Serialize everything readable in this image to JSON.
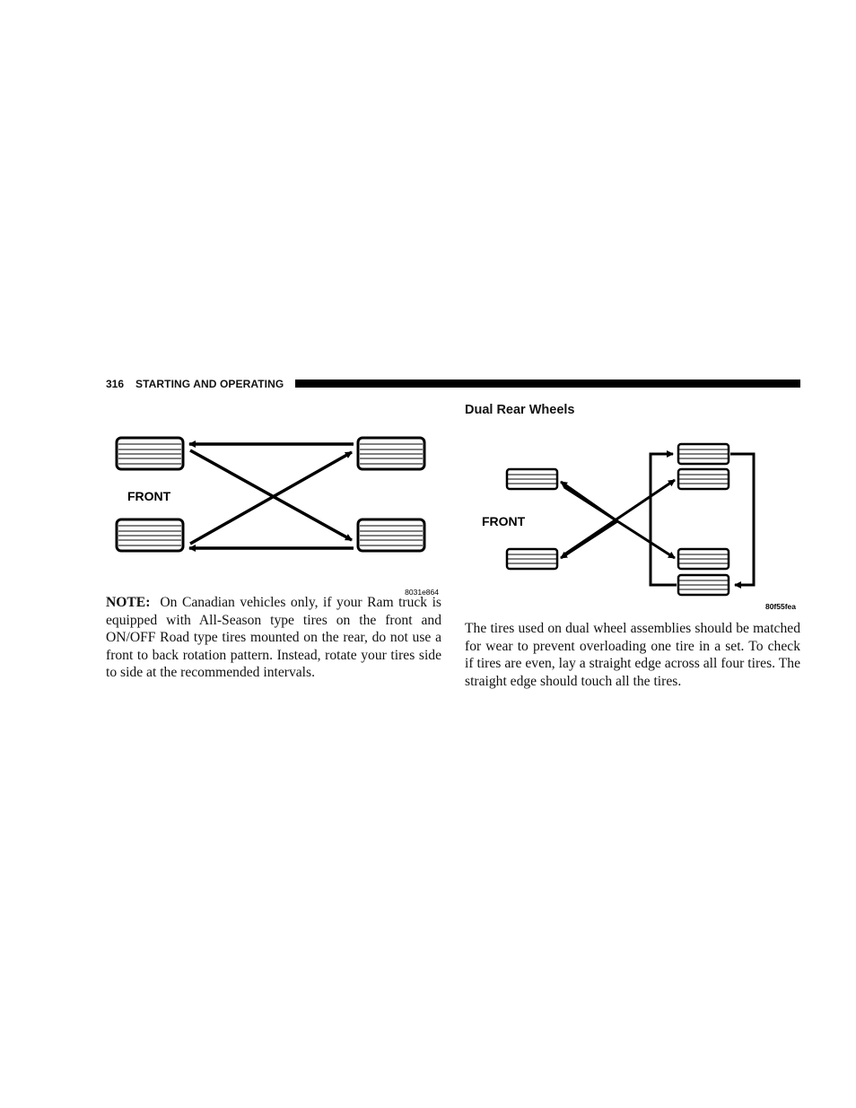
{
  "header": {
    "page_number": "316",
    "section_title": "STARTING AND OPERATING"
  },
  "left_figure": {
    "front_label": "FRONT",
    "figure_code": "8031e864"
  },
  "note": {
    "label": "NOTE:",
    "text": "On Canadian vehicles only, if your Ram truck is equipped with All-Season type tires on the front and ON/OFF Road type tires mounted on the rear, do not use a front to back rotation pattern. Instead, rotate your tires side to side at the recommended intervals."
  },
  "right_section": {
    "heading": "Dual Rear Wheels",
    "front_label": "FRONT",
    "figure_code": "80f55fea",
    "paragraph": "The tires used on dual wheel assemblies should be matched for wear to prevent overloading one tire in a set. To check if tires are even, lay a straight edge across all four tires. The straight edge should touch all the tires."
  }
}
